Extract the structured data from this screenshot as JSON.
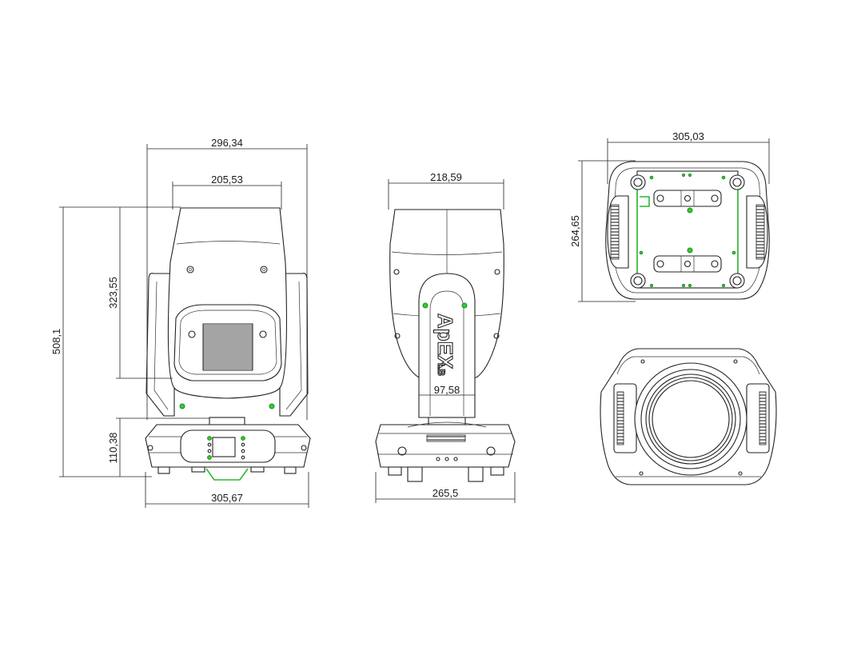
{
  "colors": {
    "line": "#222222",
    "accent_green": "#2db82d",
    "background": "#ffffff"
  },
  "brand": {
    "logo_text": "ApEX",
    "logo_suffix": "LB"
  },
  "front_view": {
    "dim_total_width": "296,34",
    "dim_inner_width": "205,53",
    "dim_total_height": "508,1",
    "dim_head_height": "323,55",
    "dim_base_height": "110,38",
    "dim_base_width": "305,67"
  },
  "side_view": {
    "dim_head_width": "218,59",
    "dim_arm_width": "97,58",
    "dim_base_width": "265,5"
  },
  "top_view": {
    "dim_width": "305,03",
    "dim_depth": "264,65"
  },
  "lens_view": {}
}
